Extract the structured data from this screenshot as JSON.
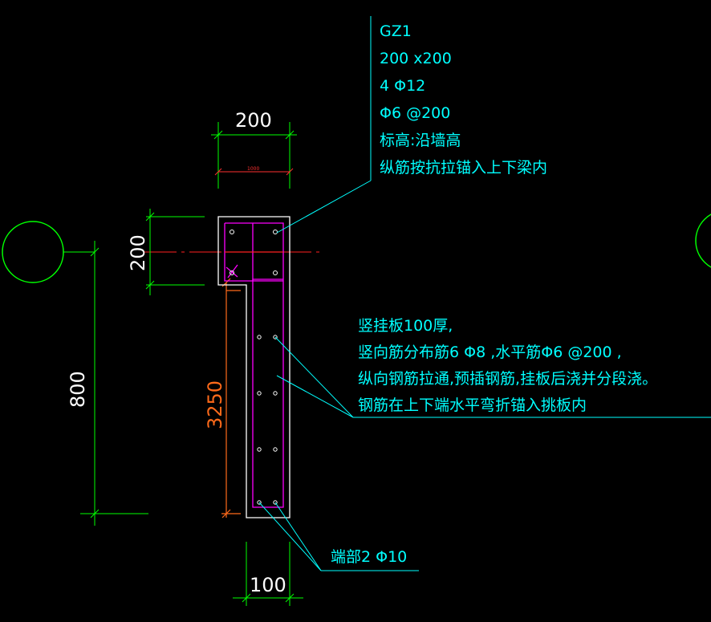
{
  "colors": {
    "background": "#000000",
    "column_outline": "#ffffff",
    "dimension": "#00ff00",
    "rebar": "#ff00ff",
    "annotation": "#00ffff",
    "centerline": "#ff2020",
    "dimension_orange": "#ff6a1a",
    "grid_circle": "#00ff00"
  },
  "column_label": {
    "lines": [
      "GZ1",
      "200 x200",
      "4 Φ12",
      "Φ6 @200",
      "标高:沿墙高",
      "纵筋按抗拉锚入上下梁内"
    ]
  },
  "panel_label": {
    "lines": [
      "竖挂板100厚,",
      "竖向筋分布筋6 Φ8 ,水平筋Φ6 @200 ,",
      "纵向钢筋拉通,预插钢筋,挂板后浇并分段浇。",
      "钢筋在上下端水平弯折锚入挑板内"
    ]
  },
  "end_label": {
    "text": "端部2 Φ10"
  },
  "dimensions": {
    "top_width": "200",
    "top_small": "1000",
    "left_column_height": "200",
    "left_total": "800",
    "panel_height": "3250",
    "bottom_width": "100"
  }
}
